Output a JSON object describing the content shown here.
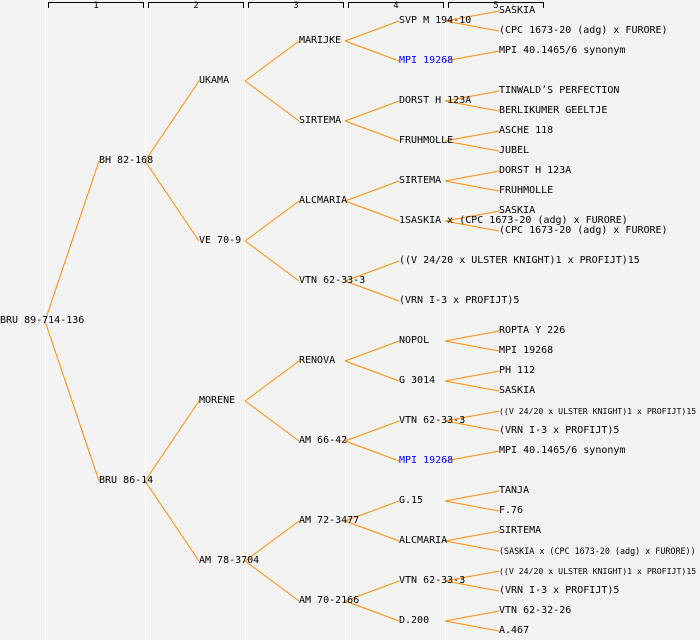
{
  "columns": [
    "1",
    "2",
    "3",
    "4",
    "5"
  ],
  "colors": {
    "line": "#ff8c00",
    "link": "#0000ff",
    "background": "#f3f3f3"
  },
  "generations": [
    [
      {
        "label": "BRU 89-714-136"
      }
    ],
    [
      {
        "label": "BH 82-168"
      },
      {
        "label": "BRU 86-14"
      }
    ],
    [
      {
        "label": "UKAMA"
      },
      {
        "label": "VE 70-9"
      },
      {
        "label": "MORENE"
      },
      {
        "label": "AM 78-3704"
      }
    ],
    [
      {
        "label": "MARIJKE"
      },
      {
        "label": "SIRTEMA"
      },
      {
        "label": "ALCMARIA"
      },
      {
        "label": "VTN 62-33-3"
      },
      {
        "label": "RENOVA"
      },
      {
        "label": "AM 66-42"
      },
      {
        "label": "AM 72-3477"
      },
      {
        "label": "AM 70-2166"
      }
    ],
    [
      {
        "label": "SVP M 194-10"
      },
      {
        "label": "MPI 19268",
        "link": true
      },
      {
        "label": "DORST H 123A"
      },
      {
        "label": "FRUHMOLLE"
      },
      {
        "label": "SIRTEMA"
      },
      {
        "label": "1SASKIA x (CPC 1673-20 (adg) x FURORE)"
      },
      {
        "label": "((V 24/20 x ULSTER KNIGHT)1 x PROFIJT)15"
      },
      {
        "label": "(VRN I-3 x PROFIJT)5"
      },
      {
        "label": "NOPOL"
      },
      {
        "label": "G 3014"
      },
      {
        "label": "VTN 62-33-3"
      },
      {
        "label": "MPI 19268",
        "link": true
      },
      {
        "label": "G.15"
      },
      {
        "label": "ALCMARIA"
      },
      {
        "label": "VTN 62-33-3"
      },
      {
        "label": "D.200"
      }
    ],
    [
      {
        "label": "SASKIA"
      },
      {
        "label": "(CPC 1673-20 (adg) x FURORE)"
      },
      {
        "label": "MPI 40.1465/6 synonym"
      },
      null,
      {
        "label": "TINWALD’S PERFECTION"
      },
      {
        "label": "BERLIKUMER GEELTJE"
      },
      {
        "label": "ASCHE 118"
      },
      {
        "label": "JUBEL"
      },
      {
        "label": "DORST H 123A"
      },
      {
        "label": "FRUHMOLLE"
      },
      {
        "label": "SASKIA"
      },
      {
        "label": "(CPC 1673-20 (adg) x FURORE)"
      },
      null,
      null,
      null,
      null,
      {
        "label": "ROPTA Y 226"
      },
      {
        "label": "MPI 19268"
      },
      {
        "label": "PH 112"
      },
      {
        "label": "SASKIA"
      },
      {
        "label": "((V 24/20 x ULSTER KNIGHT)1 x PROFIJT)15"
      },
      {
        "label": "(VRN I-3 x PROFIJT)5"
      },
      {
        "label": "MPI 40.1465/6 synonym"
      },
      null,
      {
        "label": "TANJA"
      },
      {
        "label": "F.76"
      },
      {
        "label": "SIRTEMA"
      },
      {
        "label": "(SASKIA x (CPC 1673-20 (adg) x FURORE))"
      },
      {
        "label": "((V 24/20 x ULSTER KNIGHT)1 x PROFIJT)15"
      },
      {
        "label": "(VRN I-3 x PROFIJT)5"
      },
      {
        "label": "VTN 62-32-26"
      },
      {
        "label": "A.467"
      }
    ]
  ]
}
